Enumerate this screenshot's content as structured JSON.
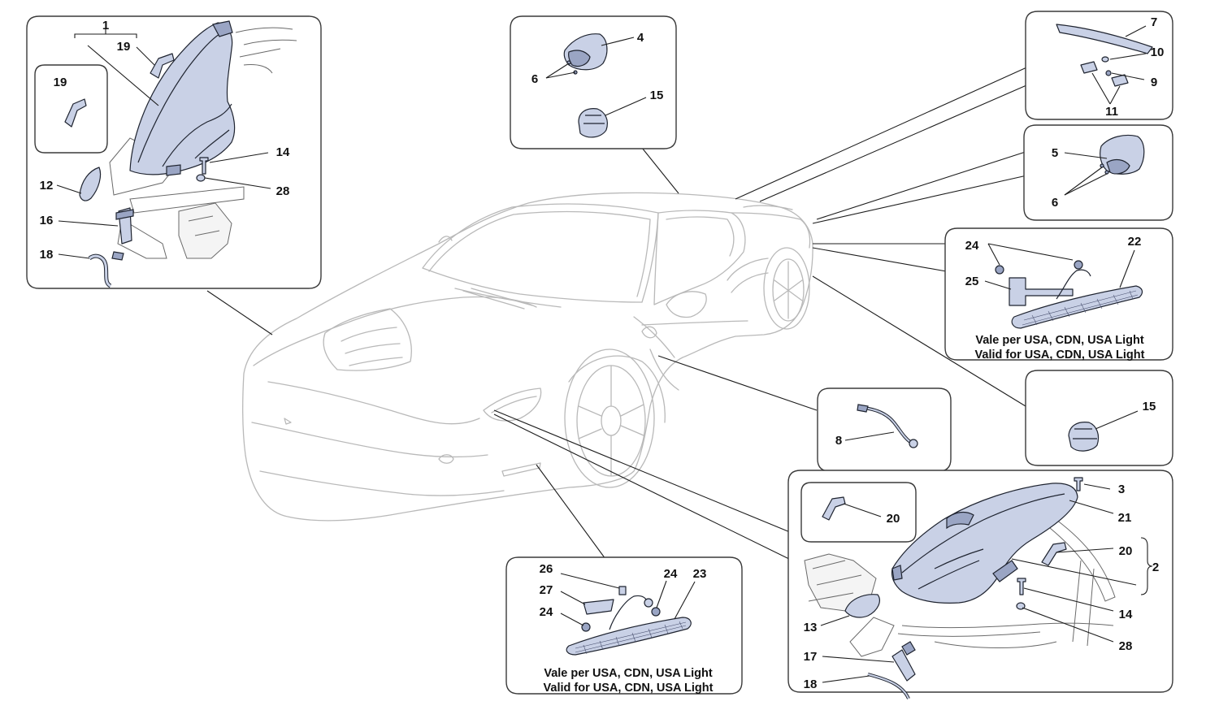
{
  "labels": {
    "p1": "1",
    "p2": "2",
    "p3": "3",
    "p4": "4",
    "p5": "5",
    "p6": "6",
    "p7": "7",
    "p8": "8",
    "p9": "9",
    "p10": "10",
    "p11": "11",
    "p12": "12",
    "p13": "13",
    "p14": "14",
    "p15": "15",
    "p16": "16",
    "p17": "17",
    "p18": "18",
    "p19": "19",
    "p20": "20",
    "p21": "21",
    "p22": "22",
    "p23": "23",
    "p24": "24",
    "p25": "25",
    "p26": "26",
    "p27": "27",
    "p28": "28"
  },
  "notes": {
    "it": "Vale per USA, CDN, USA Light",
    "en": "Valid for USA, CDN, USA Light"
  },
  "colors": {
    "part_fill": "#c9d1e6",
    "part_stroke": "#1f2430",
    "car_outline": "#b9b9b9",
    "panel_border": "#3a3a3a"
  }
}
